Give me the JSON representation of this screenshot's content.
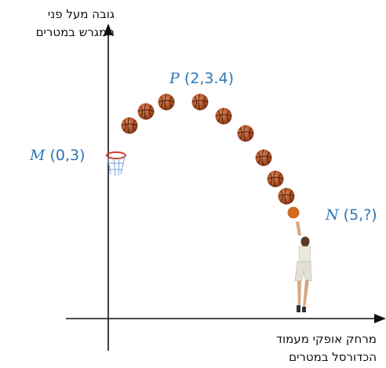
{
  "axes": {
    "y_label_line1": "גובה מעל פני",
    "y_label_line2": "המגרש במטרים",
    "x_label_line1": "מרחק אופקי מעמוד",
    "x_label_line2": "הכדורסל במטרים"
  },
  "points": {
    "M": {
      "name": "M",
      "coords": "(0,3)"
    },
    "P": {
      "name": "P",
      "coords": "(2,3.4)"
    },
    "N": {
      "name": "N",
      "coords": "(5,?)"
    }
  },
  "colors": {
    "label_blue": "#2e75b6",
    "ball": "#b5542a",
    "ball_last": "#d2691e",
    "axis": "#111111"
  },
  "icons": {
    "ball": "basketball-icon",
    "hoop": "basketball-hoop-icon",
    "player": "basketball-player-figure"
  }
}
